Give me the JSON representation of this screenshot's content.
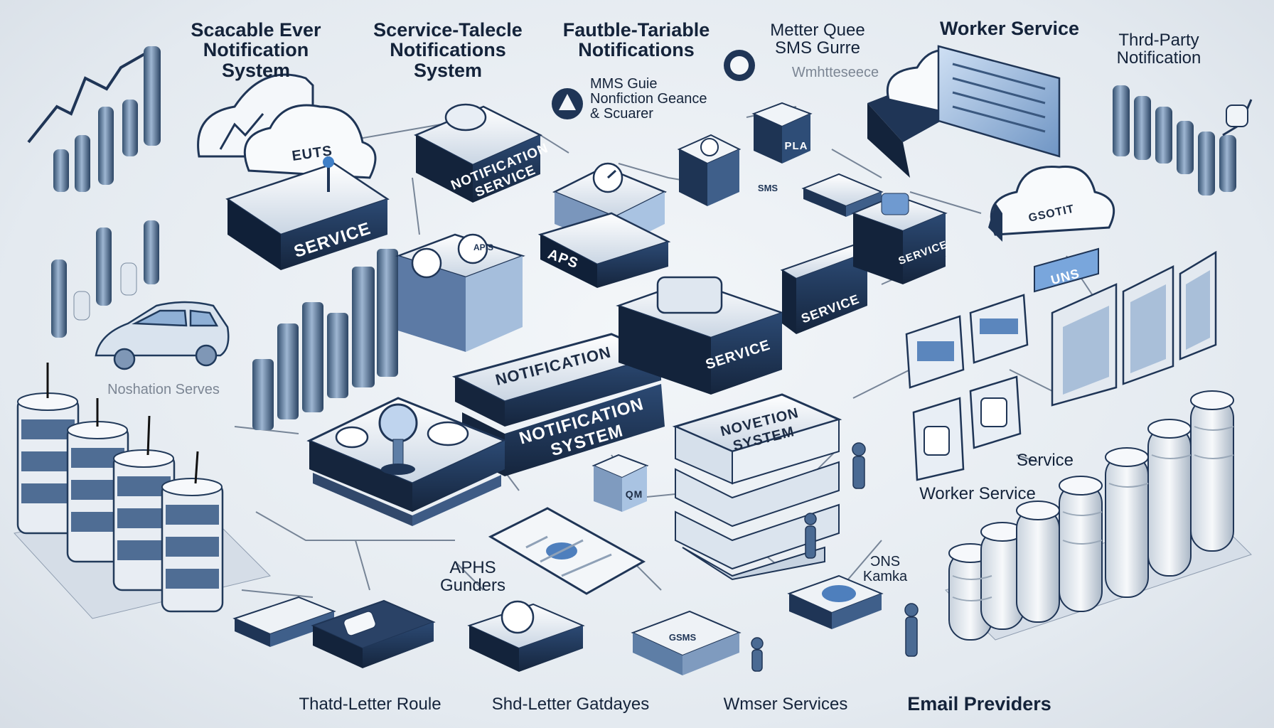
{
  "labels": {
    "scalable": "Scacable Ever\nNotification\nSystem",
    "service_table": "Scervice-Talecle\nNotifications\nSystem",
    "fauttable": "Fautble-Tariable\nNotifications",
    "message_queue": "Metter Quee\nSMS Gurre",
    "message_queue_sub": "Wmhtteseece",
    "worker_service_top": "Worker Service",
    "third_party": "Thrd-Party\nNotification",
    "mms_guide": "MMS Guie\nNonfiction Geance\n& Scuarer",
    "notification_servs": "Noshation Serves",
    "service_right": "Service",
    "worker_service_right": "Worker Service",
    "apns": "APHS\nGunders",
    "sns_kafka": "ƆNS\nKamka",
    "bottom_1": "Thatd-Letter Roule",
    "bottom_2": "Shd-Letter Gatdayes",
    "bottom_3": "Wmser Services",
    "bottom_4": "Email Previders"
  },
  "boxes": {
    "events_cloud": "EUTS",
    "service_left": "SERVICE",
    "notif_service": "NOTIFICATION\nSERVICE",
    "apis": "APS",
    "notification_top": "NOTIFICATION",
    "notification_system": "NOTIFICATION\nSYSTEM",
    "service_mid": "SERVICE",
    "service_mid2": "SERVICE",
    "novation_system": "NOVETION\nSYSTEM",
    "service_right_box": "SERVICE",
    "gsotit": "GSOTIT",
    "uns": "UNS",
    "pla": "PLA",
    "apis_small": "APIS",
    "qm": "QM",
    "sms_box": "SMS",
    "gsms": "GSMS"
  },
  "icons": {
    "events": "cloud-icon",
    "gauge": "gauge-icon",
    "bird": "bird-icon",
    "globe": "globe-icon",
    "person": "person-icon",
    "car": "car-icon",
    "chart": "line-chart-icon"
  },
  "colors": {
    "navy": "#1f3556",
    "steel": "#5e7ea6",
    "light_blue": "#a9c3e2",
    "accent": "#3f7fc7",
    "panel": "#eef2f6"
  }
}
